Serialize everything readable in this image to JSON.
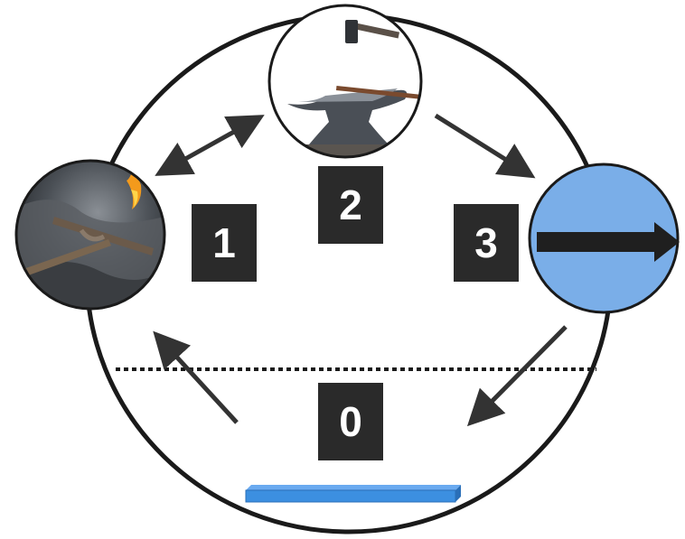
{
  "steps": [
    {
      "id": "0",
      "label": "0"
    },
    {
      "id": "1",
      "label": "1"
    },
    {
      "id": "2",
      "label": "2"
    },
    {
      "id": "3",
      "label": "3"
    }
  ],
  "nodes": {
    "heating": {
      "icon": "forge-fire-icon"
    },
    "forging": {
      "icon": "anvil-hammer-icon"
    },
    "output": {
      "icon": "right-arrow-icon",
      "color": "#7aaee8"
    },
    "stock": {
      "icon": "metal-bar-icon",
      "color": "#3c8fe0"
    }
  },
  "colors": {
    "outline": "#1a1a1a",
    "box": "#2a2a2a",
    "arrow": "#333333"
  }
}
